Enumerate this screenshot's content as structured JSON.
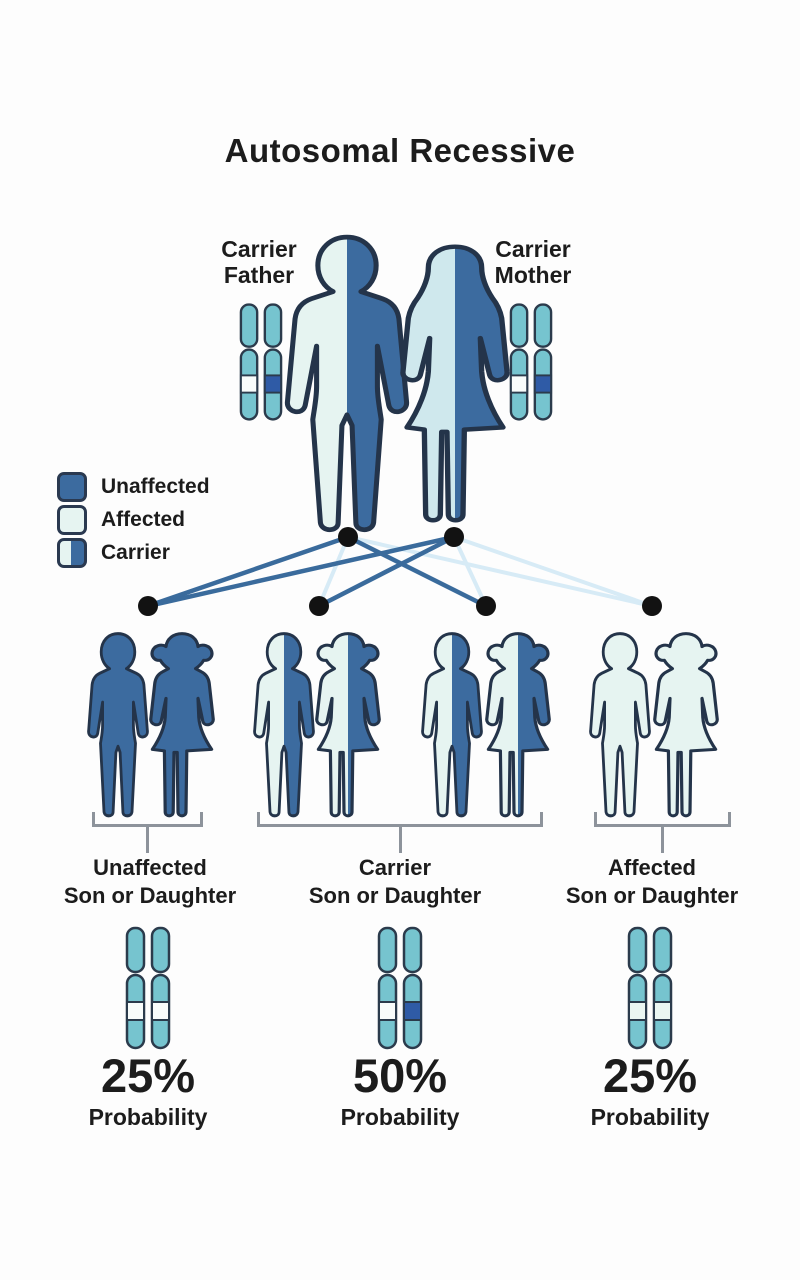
{
  "title": "Autosomal Recessive",
  "parents": {
    "father": {
      "label_line1": "Carrier",
      "label_line2": "Father",
      "status": "carrier"
    },
    "mother": {
      "label_line1": "Carrier",
      "label_line2": "Mother",
      "status": "carrier"
    }
  },
  "legend": {
    "items": [
      {
        "label": "Unaffected",
        "swatch": "solid-dark"
      },
      {
        "label": "Affected",
        "swatch": "solid-light"
      },
      {
        "label": "Carrier",
        "swatch": "half-light-dark"
      }
    ]
  },
  "outcomes": [
    {
      "line1": "Unaffected",
      "line2": "Son or Daughter",
      "probability": "25%",
      "caption": "Probability",
      "chromosome_bands": [
        "normal",
        "normal"
      ]
    },
    {
      "line1": "Carrier",
      "line2": "Son or Daughter",
      "probability": "50%",
      "caption": "Probability",
      "chromosome_bands": [
        "normal",
        "mutant"
      ]
    },
    {
      "line1": "Affected",
      "line2": "Son or Daughter",
      "probability": "25%",
      "caption": "Probability",
      "chromosome_bands": [
        "normal",
        "normal"
      ]
    }
  ],
  "colors": {
    "unaffected": "#3c6b9f",
    "affected": "#e6f4f1",
    "mother_light": "#cfe8ed",
    "outline": "#24344a",
    "chromosome": "#76c4cf",
    "chromosome_outline": "#2b3b4c",
    "band_normal": "#f8fcfb",
    "band_affected": "#eaf6f2",
    "band_mutant": "#2f5ba6",
    "line_dark": "#3a6b9c",
    "line_faint": "#d7ebf6",
    "bracket": "#8d939b",
    "dot": "#121212",
    "text": "#1c1c1c",
    "background": "#fdfdfd"
  }
}
